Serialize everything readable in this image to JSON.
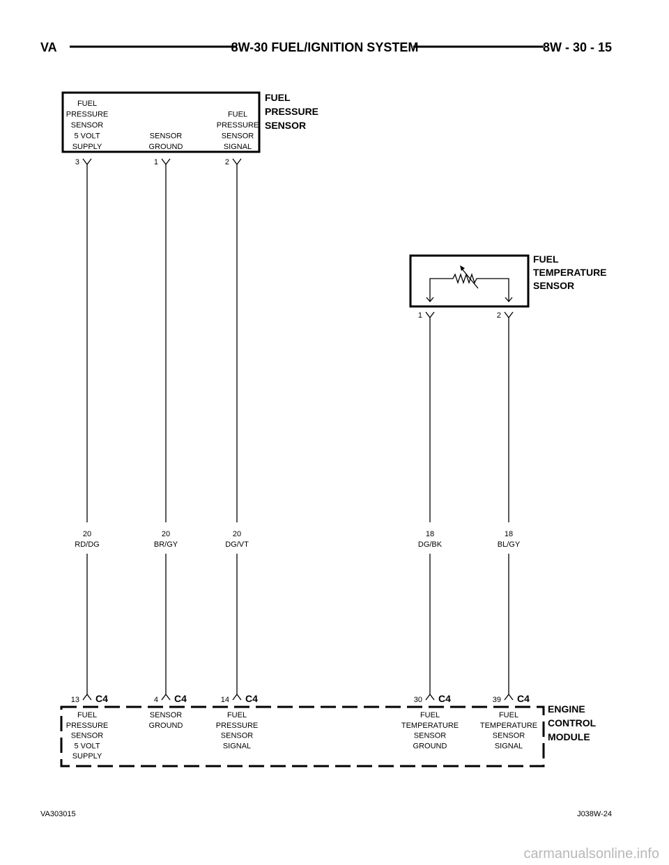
{
  "header": {
    "left": "VA",
    "title": "8W-30 FUEL/IGNITION SYSTEM",
    "page": "8W - 30 - 15"
  },
  "fuel_pressure_sensor": {
    "title_lines": [
      "FUEL",
      "PRESSURE",
      "SENSOR"
    ],
    "pins": [
      {
        "num": "3",
        "label_lines": [
          "FUEL",
          "PRESSURE",
          "SENSOR",
          "5 VOLT",
          "SUPPLY"
        ]
      },
      {
        "num": "1",
        "label_lines": [
          "SENSOR",
          "GROUND"
        ]
      },
      {
        "num": "2",
        "label_lines": [
          "FUEL",
          "PRESSURE",
          "SENSOR",
          "SIGNAL"
        ]
      }
    ]
  },
  "fuel_temperature_sensor": {
    "title_lines": [
      "FUEL",
      "TEMPERATURE",
      "SENSOR"
    ],
    "pins": [
      {
        "num": "1"
      },
      {
        "num": "2"
      }
    ]
  },
  "wires": [
    {
      "gauge": "20",
      "color": "RD/DG"
    },
    {
      "gauge": "20",
      "color": "BR/GY"
    },
    {
      "gauge": "20",
      "color": "DG/VT"
    },
    {
      "gauge": "18",
      "color": "DG/BK"
    },
    {
      "gauge": "18",
      "color": "BL/GY"
    }
  ],
  "ecm": {
    "title_lines": [
      "ENGINE",
      "CONTROL",
      "MODULE"
    ],
    "connectors": [
      {
        "pin": "13",
        "conn": "C4",
        "label_lines": [
          "FUEL",
          "PRESSURE",
          "SENSOR",
          "5 VOLT",
          "SUPPLY"
        ]
      },
      {
        "pin": "4",
        "conn": "C4",
        "label_lines": [
          "SENSOR",
          "GROUND"
        ]
      },
      {
        "pin": "14",
        "conn": "C4",
        "label_lines": [
          "FUEL",
          "PRESSURE",
          "SENSOR",
          "SIGNAL"
        ]
      },
      {
        "pin": "30",
        "conn": "C4",
        "label_lines": [
          "FUEL",
          "TEMPERATURE",
          "SENSOR",
          "GROUND"
        ]
      },
      {
        "pin": "39",
        "conn": "C4",
        "label_lines": [
          "FUEL",
          "TEMPERATURE",
          "SENSOR",
          "SIGNAL"
        ]
      }
    ]
  },
  "footer": {
    "left": "VA303015",
    "right": "J038W-24"
  },
  "watermark": "carmanualsonline.info"
}
